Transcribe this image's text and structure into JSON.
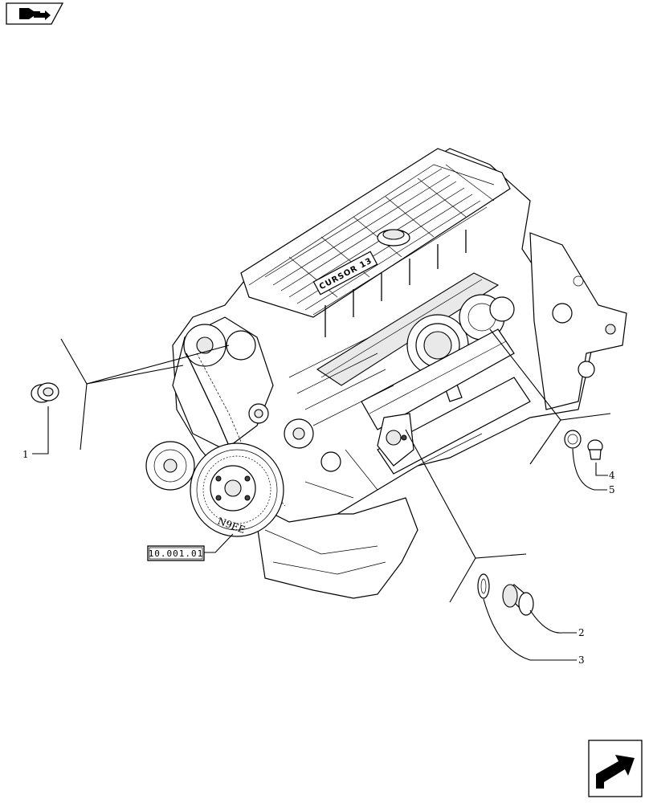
{
  "diagram": {
    "engine_badge": "CURSOR 13",
    "pulley_text": "N9EE",
    "reference_box": "10.001.01",
    "callouts": [
      {
        "id": "1",
        "label": "1"
      },
      {
        "id": "2",
        "label": "2"
      },
      {
        "id": "3",
        "label": "3"
      },
      {
        "id": "4",
        "label": "4"
      },
      {
        "id": "5",
        "label": "5"
      }
    ]
  },
  "icons": {
    "top_left": "book-arrow-icon",
    "bottom_right": "next-page-arrow-icon"
  }
}
